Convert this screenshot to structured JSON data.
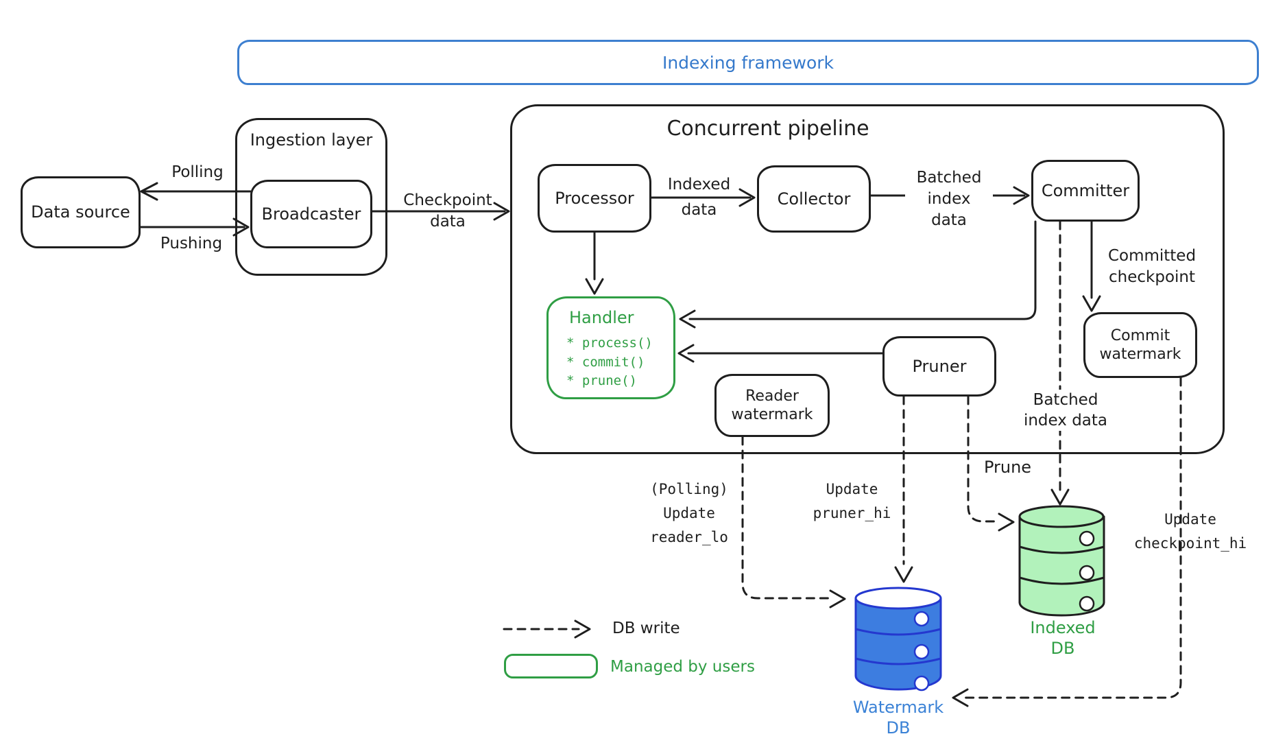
{
  "banner": {
    "label": "Indexing framework"
  },
  "nodes": {
    "data_source": {
      "label": "Data source"
    },
    "ingestion_layer": {
      "label": "Ingestion layer"
    },
    "broadcaster": {
      "label": "Broadcaster"
    },
    "pipeline": {
      "label": "Concurrent pipeline"
    },
    "processor": {
      "label": "Processor"
    },
    "collector": {
      "label": "Collector"
    },
    "committer": {
      "label": "Committer"
    },
    "handler": {
      "label": "Handler",
      "methods": [
        "* process()",
        "* commit()",
        "* prune()"
      ]
    },
    "pruner": {
      "label": "Pruner"
    },
    "reader_watermark": {
      "label": "Reader\nwatermark"
    },
    "commit_watermark": {
      "label": "Commit\nwatermark"
    },
    "watermark_db": {
      "label": "Watermark\nDB"
    },
    "indexed_db": {
      "label": "Indexed\nDB"
    }
  },
  "edges": {
    "polling": {
      "label": "Polling"
    },
    "pushing": {
      "label": "Pushing"
    },
    "checkpoint_data": {
      "label": "Checkpoint\ndata"
    },
    "indexed_data": {
      "label": "Indexed\ndata"
    },
    "batched_index_data_1": {
      "label": "Batched\nindex\ndata"
    },
    "committed_checkpoint": {
      "label": "Committed\ncheckpoint"
    },
    "batched_index_data_2": {
      "label": "Batched\nindex data"
    },
    "polling_update_reader_lo": {
      "label": "(Polling)\nUpdate\nreader_lo"
    },
    "update_pruner_hi": {
      "label": "Update\npruner_hi"
    },
    "prune": {
      "label": "Prune"
    },
    "update_checkpoint_hi": {
      "label": "Update\ncheckpoint_hi"
    }
  },
  "legend": {
    "db_write": "DB write",
    "managed_by_users": "Managed by users"
  },
  "colors": {
    "ink": "#1e1e1e",
    "banner_blue_stroke": "#3d7fd0",
    "banner_blue_text": "#3579cb",
    "green_stroke": "#2f9e44",
    "green_fill": "#b2f2bb",
    "db_blue_fill": "#3d7de0",
    "db_blue_stroke": "#2438cf",
    "db_blue_text": "#3b82d6"
  }
}
